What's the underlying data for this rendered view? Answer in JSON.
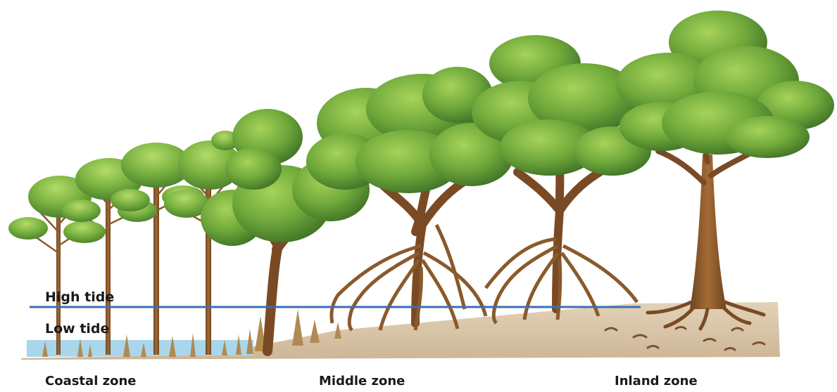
{
  "diagram": {
    "tide_labels": {
      "high": "High tide",
      "low": "Low tide"
    },
    "zone_labels": {
      "coastal": "Coastal zone",
      "middle": "Middle zone",
      "inland": "Inland zone"
    },
    "colors": {
      "high_tide_line": "#3b6fb6",
      "water": "#a9d6ea",
      "ground": "#d9c5a8",
      "trunk": "#8a5a2b",
      "foliage_dark": "#3f7a2a",
      "foliage_light": "#8cc24a"
    }
  }
}
